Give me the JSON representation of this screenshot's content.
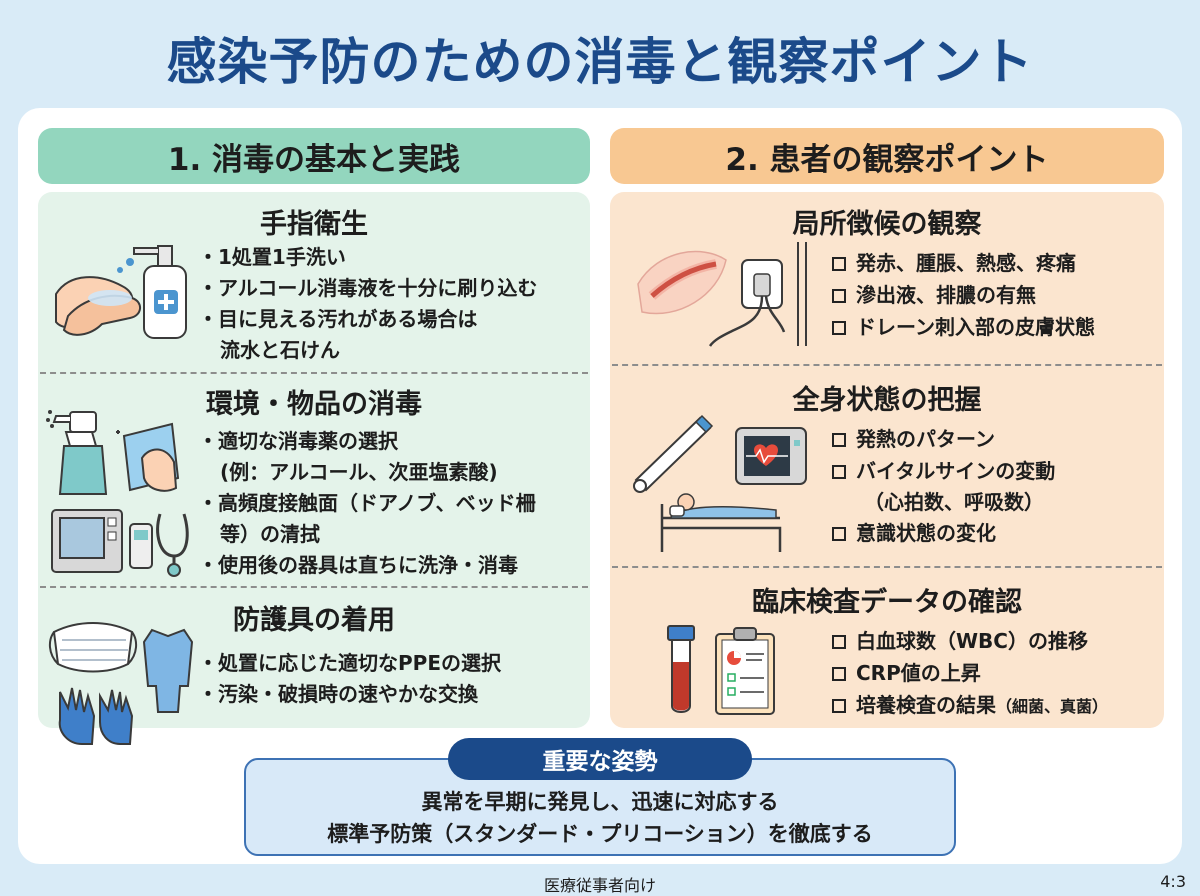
{
  "title": "感染予防のための消毒と観察ポイント",
  "left": {
    "header": "1. 消毒の基本と実践",
    "sections": [
      {
        "title": "手指衛生",
        "items": [
          "・1処置1手洗い",
          "・アルコール消毒液を十分に刷り込む",
          "・目に見える汚れがある場合は",
          "流水と石けん"
        ]
      },
      {
        "title": "環境・物品の消毒",
        "items": [
          "・適切な消毒薬の選択",
          "(例：アルコール、次亜塩素酸)",
          "・高頻度接触面（ドアノブ、ベッド柵",
          "等）の清拭",
          "・使用後の器具は直ちに洗浄・消毒"
        ]
      },
      {
        "title": "防護具の着用",
        "items": [
          "・処置に応じた適切なPPEの選択",
          "・汚染・破損時の速やかな交換"
        ]
      }
    ]
  },
  "right": {
    "header": "2. 患者の観察ポイント",
    "sections": [
      {
        "title": "局所徴候の観察",
        "items": [
          "発赤、腫脹、熱感、疼痛",
          "滲出液、排膿の有無",
          "ドレーン刺入部の皮膚状態"
        ]
      },
      {
        "title": "全身状態の把握",
        "items": [
          "発熱のパターン",
          "バイタルサインの変動",
          "（心拍数、呼吸数）",
          "意識状態の変化"
        ]
      },
      {
        "title": "臨床検査データの確認",
        "items": [
          "白血球数（WBC）の推移",
          "CRP値の上昇",
          "培養検査の結果",
          "（細菌、真菌）"
        ]
      }
    ]
  },
  "important": {
    "label": "重要な姿勢",
    "lines": [
      "異常を早期に発見し、迅速に対応する",
      "標準予防策（スタンダード・プリコーション）を徹底する"
    ]
  },
  "footer": {
    "audience": "医療従事者向け",
    "ratio": "4:3"
  },
  "colors": {
    "title": "#1b4a8a",
    "left_header": "#93d6be",
    "right_header": "#f8c892",
    "left_panel": "#e4f3ea",
    "right_panel": "#fbe5cf"
  }
}
